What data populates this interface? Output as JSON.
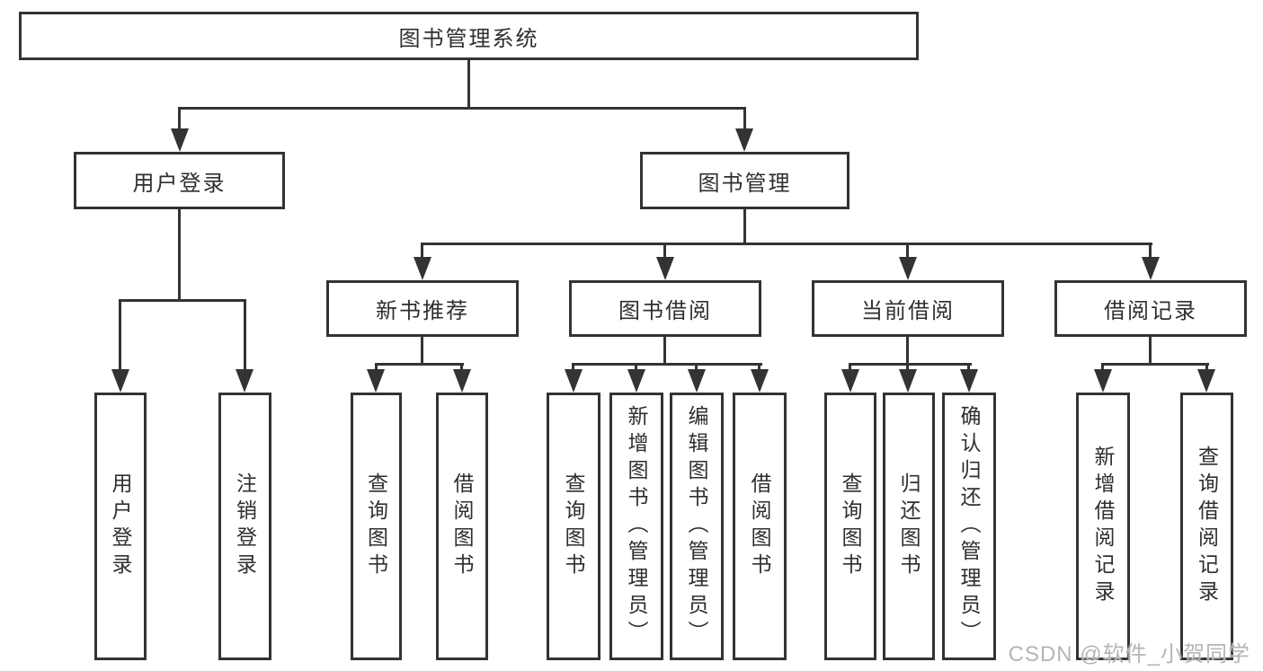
{
  "diagram": {
    "root": {
      "label": "图书管理系统"
    },
    "level2": [
      {
        "label": "用户登录"
      },
      {
        "label": "图书管理"
      }
    ],
    "level3": [
      {
        "label": "新书推荐"
      },
      {
        "label": "图书借阅"
      },
      {
        "label": "当前借阅"
      },
      {
        "label": "借阅记录"
      }
    ],
    "leaves": {
      "user_login": [
        {
          "label": "用户登录"
        },
        {
          "label": "注销登录"
        }
      ],
      "new_books": [
        {
          "label": "查询图书"
        },
        {
          "label": "借阅图书"
        }
      ],
      "book_borrow": [
        {
          "label": "查询图书"
        },
        {
          "label": "新增图书（管理员）"
        },
        {
          "label": "编辑图书（管理员）"
        },
        {
          "label": "借阅图书"
        }
      ],
      "current_borrow": [
        {
          "label": "查询图书"
        },
        {
          "label": "归还图书"
        },
        {
          "label": "确认归还（管理员）"
        }
      ],
      "borrow_records": [
        {
          "label": "新增借阅记录"
        },
        {
          "label": "查询借阅记录"
        }
      ]
    }
  },
  "watermark": {
    "text": "CSDN @软件_小贺同学"
  },
  "colors": {
    "line": "#333333",
    "text": "#2f2f2f",
    "background": "#ffffff",
    "watermark": "#b5b5b5"
  }
}
